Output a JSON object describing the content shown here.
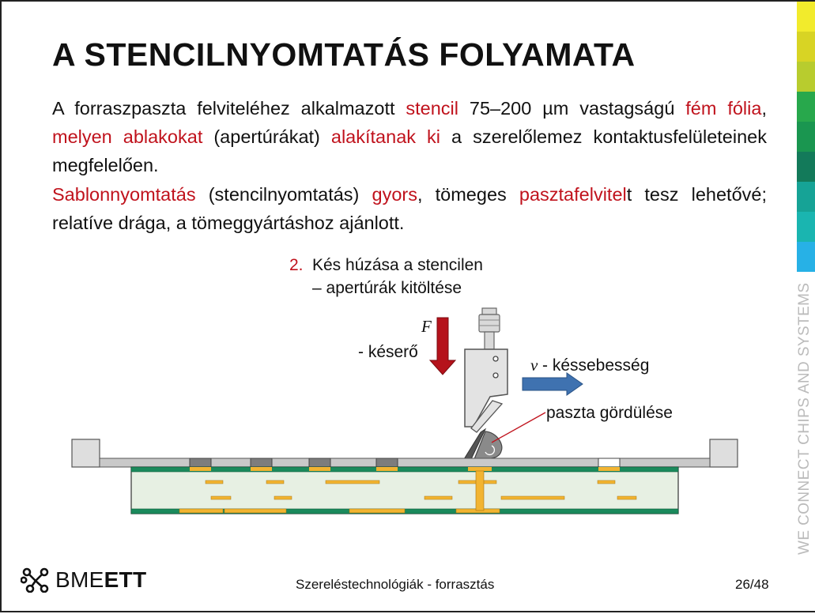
{
  "slide": {
    "title": "A STENCILNYOMTATÁS FOLYAMATA",
    "paragraph1": [
      {
        "text": "A forraszpaszta felviteléhez alkalmazott ",
        "highlight": false
      },
      {
        "text": "stencil",
        "highlight": true
      },
      {
        "text": " 75–200 µm vastagságú ",
        "highlight": false
      },
      {
        "text": "fém fólia",
        "highlight": true
      },
      {
        "text": ", ",
        "highlight": false
      },
      {
        "text": "melyen ablakokat",
        "highlight": true
      },
      {
        "text": " (apertúrákat) ",
        "highlight": false
      },
      {
        "text": "alakítanak ki",
        "highlight": true
      },
      {
        "text": " a szerelőlemez kontaktusfelületeinek megfelelően.",
        "highlight": false
      }
    ],
    "paragraph2": [
      {
        "text": "Sablonnyomtatás",
        "highlight": true
      },
      {
        "text": " (stencilnyomtatás) ",
        "highlight": false
      },
      {
        "text": "gyors",
        "highlight": true
      },
      {
        "text": ", tömeges ",
        "highlight": false
      },
      {
        "text": "pasztafelvitel",
        "highlight": true
      },
      {
        "text": "t tesz lehetővé; relatíve drága, a tömeggyártáshoz ajánlott.",
        "highlight": false
      }
    ]
  },
  "diagram": {
    "step_number": "2.",
    "step_line1": "Kés húzása a stencilen",
    "step_line2": "– apertúrák kitöltése",
    "force_symbol": "F",
    "force_label": "- késerő",
    "velocity_symbol": "v",
    "velocity_label": "- késsebesség",
    "paste_label": "paszta gördülése"
  },
  "sidebar": {
    "text": "WE CONNECT CHIPS AND SYSTEMS",
    "colors": [
      "#f2eb2c",
      "#d8d424",
      "#b8cc2e",
      "#28a84c",
      "#1a9650",
      "#137a5a",
      "#16a396",
      "#1ab5b0",
      "#27b1e6"
    ]
  },
  "footer": {
    "logo_prefix": "BME",
    "logo_suffix": "ETT",
    "course": "Szereléstechnológiák - forrasztás",
    "page": "26/48"
  },
  "colors": {
    "highlight": "#c0121c",
    "force_arrow": "#b5121b",
    "velocity_arrow": "#3f72b0",
    "pcb_green": "#1b8a5c",
    "copper": "#f2b431",
    "stencil": "#c9c9c9"
  }
}
